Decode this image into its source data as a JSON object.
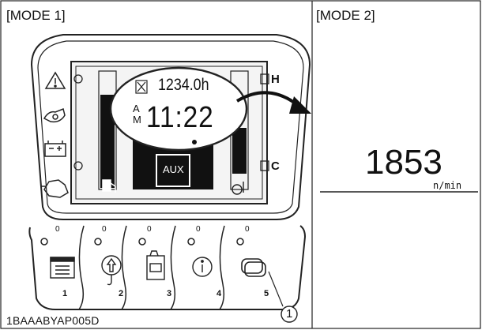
{
  "modes": {
    "mode1_label": "[MODE 1]",
    "mode2_label": "[MODE 2]"
  },
  "display": {
    "hour_meter": "1234.0h",
    "am_top": "A",
    "am_bottom": "M",
    "clock": "11:22",
    "aux_label": "AUX",
    "high_marker": "H",
    "cold_marker": "C"
  },
  "mode2": {
    "rpm_value": "1853",
    "rpm_unit": "n/min"
  },
  "buttons": [
    {
      "number": "1",
      "indicator": "0"
    },
    {
      "number": "2",
      "indicator": "0"
    },
    {
      "number": "3",
      "indicator": "0"
    },
    {
      "number": "4",
      "indicator": "0"
    },
    {
      "number": "5",
      "indicator": "0"
    }
  ],
  "callout_number": "1",
  "figure_code": "1BAAABYAP005D",
  "icons": [
    "warning-icon",
    "oil-pressure-icon",
    "battery-icon",
    "engine-icon",
    "fuel-pump-icon",
    "temperature-icon",
    "menu-icon",
    "lift-icon",
    "aux-icon",
    "info-icon",
    "mode-switch-icon"
  ]
}
